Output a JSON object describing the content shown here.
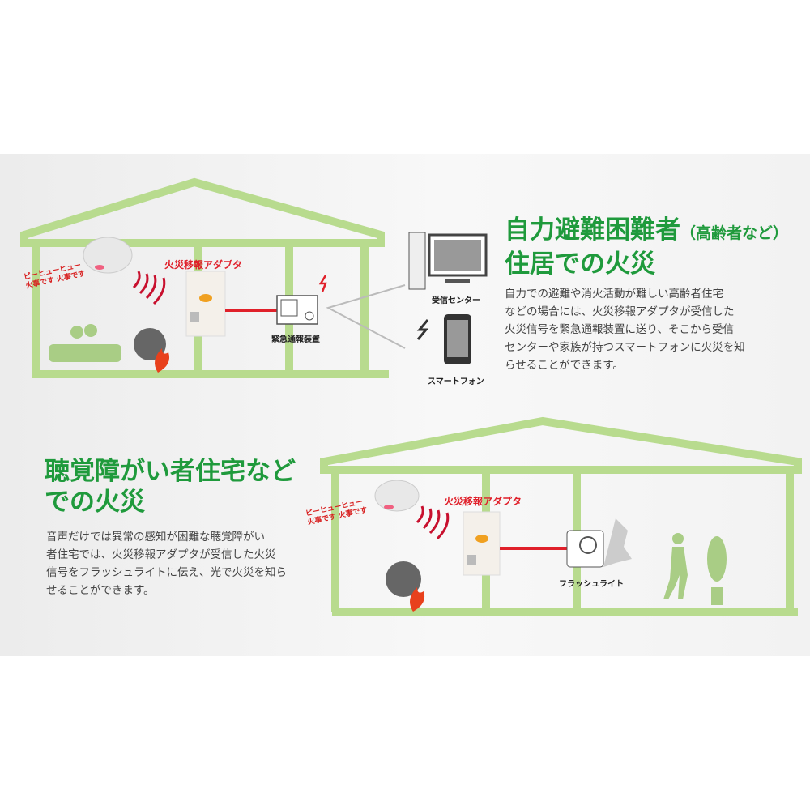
{
  "section1": {
    "title_line1": "自力避難困難者",
    "title_paren": "（高齢者など）",
    "title_line2": "住居での火災",
    "body": [
      "自力での避難や消火活動が難しい高齢者住宅",
      "などの場合には、火災移報アダプタが受信した",
      "火災信号を緊急通報装置に送り、そこから受信",
      "センターや家族が持つスマートフォンに火災を知",
      "らせることができます。"
    ],
    "labels": {
      "alarm_sound_1": "ピーヒューヒュー",
      "alarm_sound_2": "火事です 火事です",
      "adapter": "火災移報アダプタ",
      "emergency_device": "緊急通報装置",
      "reception_center": "受信センター",
      "smartphone": "スマートフォン"
    }
  },
  "section2": {
    "title_line1": "聴覚障がい者住宅など",
    "title_line2": "での火災",
    "body": [
      "音声だけでは異常の感知が困難な聴覚障がい",
      "者住宅では、火災移報アダプタが受信した火災",
      "信号をフラッシュライトに伝え、光で火災を知ら",
      "せることができます。"
    ],
    "labels": {
      "alarm_sound_1": "ピーヒューヒュー",
      "alarm_sound_2": "火事です 火事です",
      "adapter": "火災移報アダプタ",
      "flash_light": "フラッシュライト"
    }
  },
  "colors": {
    "house": "#b8db8e",
    "title": "#1f9a3c",
    "alert": "#e0202a"
  }
}
